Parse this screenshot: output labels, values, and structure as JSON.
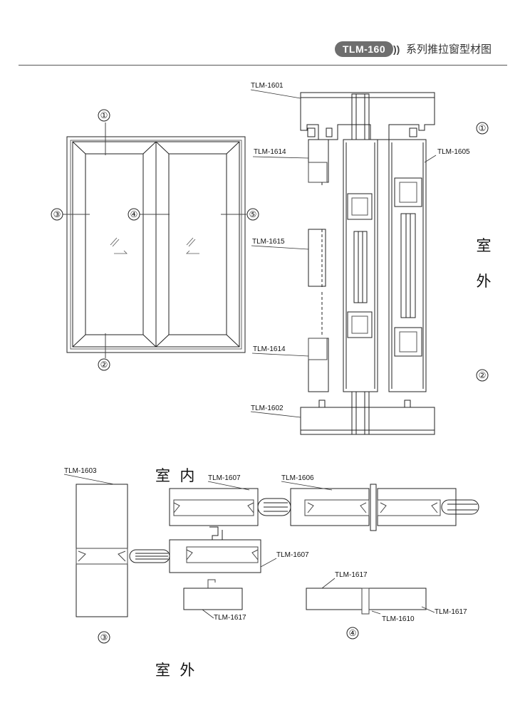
{
  "header": {
    "series_code": "TLM-160",
    "arrows": "))",
    "title": "系列推拉窗型材图"
  },
  "elevation": {
    "marks": [
      "①",
      "②",
      "③",
      "④",
      "⑤"
    ]
  },
  "vertical_section": {
    "labels": {
      "top_frame": "TLM-1601",
      "upper_interlock": "TLM-1614",
      "outer_sash": "TLM-1605",
      "middle": "TLM-1615",
      "lower_interlock": "TLM-1614",
      "bottom_frame": "TLM-1602"
    },
    "mark_top": "①",
    "mark_bottom": "②",
    "exterior_chars": [
      "室",
      "外"
    ]
  },
  "horizontal_section": {
    "interior_label": "室  内",
    "exterior_label": "室  外",
    "labels": {
      "side_frame": "TLM-1603",
      "sash_top": "TLM-1607",
      "interlock_sash": "TLM-1606",
      "sash_bottom": "TLM-1607",
      "screen_left": "TLM-1617",
      "screen_top_right": "TLM-1617",
      "screen_connector": "TLM-1610",
      "screen_right": "TLM-1617"
    },
    "mark_left": "③",
    "mark_right": "④"
  }
}
